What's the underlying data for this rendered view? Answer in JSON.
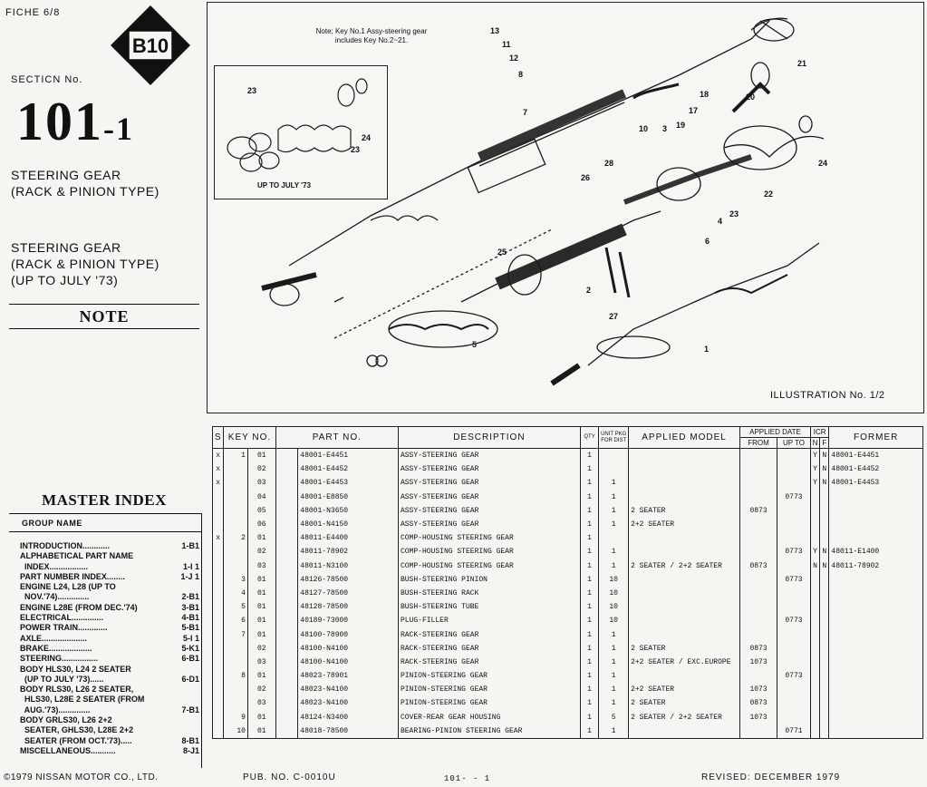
{
  "fiche": "FICHE 6/8",
  "model_code": "B10",
  "section": {
    "label": "SECTICN No.",
    "number": "101",
    "suffix": "-1"
  },
  "titles": {
    "main_line1": "STEERING GEAR",
    "main_line2": "(RACK & PINION TYPE)",
    "sub_line1": "STEERING GEAR",
    "sub_line2": "(RACK & PINION TYPE)",
    "sub_line3": "(UP TO JULY '73)"
  },
  "note_heading": "NOTE",
  "master_index": {
    "title": "MASTER INDEX",
    "group_header": "GROUP NAME",
    "groups": [
      {
        "name": "INTRODUCTION............",
        "page": "1-B1"
      },
      {
        "name": "ALPHABETICAL PART NAME",
        "page": ""
      },
      {
        "name": "  INDEX.................",
        "page": "1-I 1"
      },
      {
        "name": "PART NUMBER INDEX........",
        "page": "1-J 1"
      },
      {
        "name": "ENGINE L24, L28 (UP TO",
        "page": ""
      },
      {
        "name": "  NOV.'74)..............",
        "page": "2-B1"
      },
      {
        "name": "ENGINE L28E (FROM DEC.'74)",
        "page": "3-B1"
      },
      {
        "name": "ELECTRICAL..............",
        "page": "4-B1"
      },
      {
        "name": "POWER TRAIN.............",
        "page": "5-B1"
      },
      {
        "name": "AXLE....................",
        "page": "5-I 1"
      },
      {
        "name": "BRAKE...................",
        "page": "5-K1"
      },
      {
        "name": "STEERING................",
        "page": "6-B1"
      },
      {
        "name": "BODY HLS30, L24 2 SEATER",
        "page": ""
      },
      {
        "name": "  (UP TO JULY '73)......",
        "page": "6-D1"
      },
      {
        "name": "BODY RLS30, L26 2 SEATER,",
        "page": ""
      },
      {
        "name": "  HLS30, L28E 2 SEATER (FROM",
        "page": ""
      },
      {
        "name": "  AUG.'73)..............",
        "page": "7-B1"
      },
      {
        "name": "BODY GRLS30, L26 2+2",
        "page": ""
      },
      {
        "name": "  SEATER, GHLS30, L28E 2+2",
        "page": ""
      },
      {
        "name": "  SEATER (FROM OCT.'73).....",
        "page": "8-B1"
      },
      {
        "name": "MISCELLANEOUS...........",
        "page": "8-J1"
      }
    ]
  },
  "illustration": {
    "note_line1": "Note; Key No.1 Assy-steering gear",
    "note_line2": "includes Key No.2~21.",
    "inset_caption": "UP TO JULY '73",
    "caption": "ILLUSTRATION No. 1/2",
    "callouts": [
      "1",
      "2",
      "3",
      "4",
      "5",
      "6",
      "7",
      "8",
      "10",
      "11",
      "12",
      "13",
      "17",
      "18",
      "19",
      "20",
      "21",
      "22",
      "23",
      "24",
      "25",
      "26",
      "27",
      "28"
    ]
  },
  "table": {
    "headers": {
      "s": "S",
      "key_no": "KEY NO.",
      "part_no": "PART NO.",
      "description": "DESCRIPTION",
      "qty": "QTY",
      "unit_pkg": "UNIT PKG FOR DIST",
      "applied_model": "APPLIED MODEL",
      "applied_date": "APPLIED DATE",
      "from": "FROM",
      "up_to": "UP TO",
      "icr": "ICR",
      "icr_n": "N",
      "icr_f": "F",
      "former": "FORMER"
    },
    "rows": [
      {
        "s": "x",
        "key": "1",
        "sub": "01",
        "part": "48001-E4451",
        "desc": "ASSY-STEERING GEAR",
        "qty": "1",
        "unit": "",
        "model": "",
        "from": "",
        "upto": "",
        "n": "Y",
        "f": "N",
        "former": "48001-E4451"
      },
      {
        "s": "x",
        "key": "",
        "sub": "02",
        "part": "48001-E4452",
        "desc": "ASSY-STEERING GEAR",
        "qty": "1",
        "unit": "",
        "model": "",
        "from": "",
        "upto": "",
        "n": "Y",
        "f": "N",
        "former": "48001-E4452"
      },
      {
        "s": "x",
        "key": "",
        "sub": "03",
        "part": "48001-E4453",
        "desc": "ASSY-STEERING GEAR",
        "qty": "1",
        "unit": "1",
        "model": "",
        "from": "",
        "upto": "",
        "n": "Y",
        "f": "N",
        "former": "48001-E4453"
      },
      {
        "s": "",
        "key": "",
        "sub": "04",
        "part": "48001-E8850",
        "desc": "ASSY-STEERING GEAR",
        "qty": "1",
        "unit": "1",
        "model": "",
        "from": "",
        "upto": "0773",
        "n": "",
        "f": "",
        "former": ""
      },
      {
        "s": "",
        "key": "",
        "sub": "05",
        "part": "48001-N3650",
        "desc": "ASSY-STEERING GEAR",
        "qty": "1",
        "unit": "1",
        "model": "2 SEATER",
        "from": "0873",
        "upto": "",
        "n": "",
        "f": "",
        "former": ""
      },
      {
        "s": "",
        "key": "",
        "sub": "06",
        "part": "48001-N4150",
        "desc": "ASSY-STEERING GEAR",
        "qty": "1",
        "unit": "1",
        "model": "2+2 SEATER",
        "from": "",
        "upto": "",
        "n": "",
        "f": "",
        "former": ""
      },
      {
        "s": "x",
        "key": "2",
        "sub": "01",
        "part": "48011-E4400",
        "desc": "COMP-HOUSING STEERING GEAR",
        "qty": "1",
        "unit": "",
        "model": "",
        "from": "",
        "upto": "",
        "n": "",
        "f": "",
        "former": ""
      },
      {
        "s": "",
        "key": "",
        "sub": "02",
        "part": "48011-78902",
        "desc": "COMP-HOUSING STEERING GEAR",
        "qty": "1",
        "unit": "1",
        "model": "",
        "from": "",
        "upto": "0773",
        "n": "Y",
        "f": "N",
        "former": "48011-E1400"
      },
      {
        "s": "",
        "key": "",
        "sub": "03",
        "part": "48011-N3100",
        "desc": "COMP-HOUSING STEERING GEAR",
        "qty": "1",
        "unit": "1",
        "model": "2 SEATER / 2+2 SEATER",
        "from": "0873",
        "upto": "",
        "n": "N",
        "f": "N",
        "former": "48011-78902"
      },
      {
        "s": "",
        "key": "3",
        "sub": "01",
        "part": "48126-78500",
        "desc": "BUSH-STEERING PINION",
        "qty": "1",
        "unit": "10",
        "model": "",
        "from": "",
        "upto": "0773",
        "n": "",
        "f": "",
        "former": ""
      },
      {
        "s": "",
        "key": "4",
        "sub": "01",
        "part": "48127-78500",
        "desc": "BUSH-STEERING RACK",
        "qty": "1",
        "unit": "10",
        "model": "",
        "from": "",
        "upto": "",
        "n": "",
        "f": "",
        "former": ""
      },
      {
        "s": "",
        "key": "5",
        "sub": "01",
        "part": "48128-78500",
        "desc": "BUSH-STEERING TUBE",
        "qty": "1",
        "unit": "10",
        "model": "",
        "from": "",
        "upto": "",
        "n": "",
        "f": "",
        "former": ""
      },
      {
        "s": "",
        "key": "6",
        "sub": "01",
        "part": "40189-73000",
        "desc": "PLUG-FILLER",
        "qty": "1",
        "unit": "10",
        "model": "",
        "from": "",
        "upto": "0773",
        "n": "",
        "f": "",
        "former": ""
      },
      {
        "s": "",
        "key": "7",
        "sub": "01",
        "part": "48100-78900",
        "desc": "RACK-STEERING GEAR",
        "qty": "1",
        "unit": "1",
        "model": "",
        "from": "",
        "upto": "",
        "n": "",
        "f": "",
        "former": ""
      },
      {
        "s": "",
        "key": "",
        "sub": "02",
        "part": "48100-N4100",
        "desc": "RACK-STEERING GEAR",
        "qty": "1",
        "unit": "1",
        "model": "2 SEATER",
        "from": "0873",
        "upto": "",
        "n": "",
        "f": "",
        "former": ""
      },
      {
        "s": "",
        "key": "",
        "sub": "03",
        "part": "48100-N4100",
        "desc": "RACK-STEERING GEAR",
        "qty": "1",
        "unit": "1",
        "model": "2+2 SEATER / EXC.EUROPE",
        "from": "1073",
        "upto": "",
        "n": "",
        "f": "",
        "former": ""
      },
      {
        "s": "",
        "key": "8",
        "sub": "01",
        "part": "48023-78901",
        "desc": "PINION-STEERING GEAR",
        "qty": "1",
        "unit": "1",
        "model": "",
        "from": "",
        "upto": "0773",
        "n": "",
        "f": "",
        "former": ""
      },
      {
        "s": "",
        "key": "",
        "sub": "02",
        "part": "48023-N4100",
        "desc": "PINION-STEERING GEAR",
        "qty": "1",
        "unit": "1",
        "model": "2+2 SEATER",
        "from": "1073",
        "upto": "",
        "n": "",
        "f": "",
        "former": ""
      },
      {
        "s": "",
        "key": "",
        "sub": "03",
        "part": "48023-N4100",
        "desc": "PINION-STEERING GEAR",
        "qty": "1",
        "unit": "1",
        "model": "2 SEATER",
        "from": "0873",
        "upto": "",
        "n": "",
        "f": "",
        "former": ""
      },
      {
        "s": "",
        "key": "9",
        "sub": "01",
        "part": "48124-N3400",
        "desc": "COVER-REAR GEAR HOUSING",
        "qty": "1",
        "unit": "5",
        "model": "2 SEATER / 2+2 SEATER",
        "from": "1073",
        "upto": "",
        "n": "",
        "f": "",
        "former": ""
      },
      {
        "s": "",
        "key": "10",
        "sub": "01",
        "part": "48018-78500",
        "desc": "BEARING-PINION STEERING GEAR",
        "qty": "1",
        "unit": "1",
        "model": "",
        "from": "",
        "upto": "0771",
        "n": "",
        "f": "",
        "former": ""
      }
    ]
  },
  "footer": {
    "copyright": "©1979 NISSAN MOTOR CO., LTD.",
    "pub_no": "PUB. NO. C-0010U",
    "page": "101- - 1",
    "revised": "REVISED: DECEMBER 1979"
  }
}
